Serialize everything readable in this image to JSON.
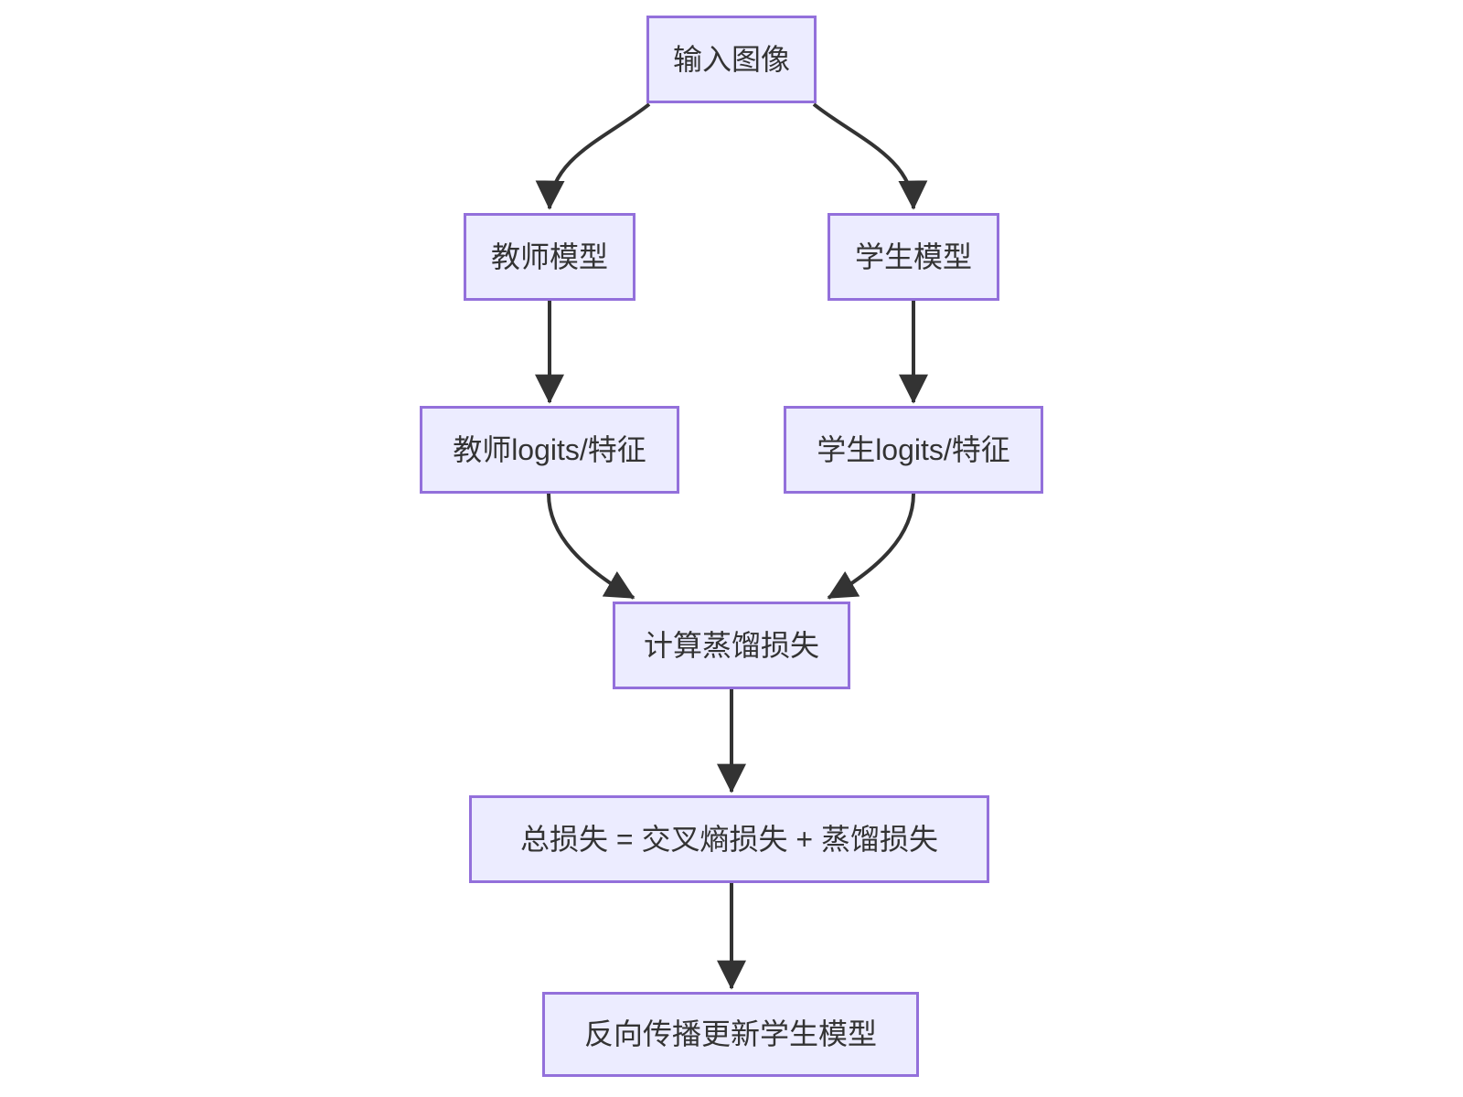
{
  "diagram": {
    "type": "flowchart",
    "direction": "top-down",
    "topic": "knowledge-distillation-training-flow",
    "theme": {
      "node_fill": "#ECECFF",
      "node_border": "#9370DB",
      "text_color": "#333333",
      "edge_color": "#333333",
      "background": "#FFFFFF"
    },
    "nodes": {
      "input": {
        "label": "输入图像"
      },
      "teacher": {
        "label": "教师模型"
      },
      "student": {
        "label": "学生模型"
      },
      "teacher_logits": {
        "label": "教师logits/特征"
      },
      "student_logits": {
        "label": "学生logits/特征"
      },
      "distill_loss": {
        "label": "计算蒸馏损失"
      },
      "total_loss": {
        "label": "总损失 = 交叉熵损失 + 蒸馏损失"
      },
      "backprop": {
        "label": "反向传播更新学生模型"
      }
    },
    "edges": [
      {
        "from": "input",
        "to": "teacher"
      },
      {
        "from": "input",
        "to": "student"
      },
      {
        "from": "teacher",
        "to": "teacher_logits"
      },
      {
        "from": "student",
        "to": "student_logits"
      },
      {
        "from": "teacher_logits",
        "to": "distill_loss"
      },
      {
        "from": "student_logits",
        "to": "distill_loss"
      },
      {
        "from": "distill_loss",
        "to": "total_loss"
      },
      {
        "from": "total_loss",
        "to": "backprop"
      }
    ]
  }
}
